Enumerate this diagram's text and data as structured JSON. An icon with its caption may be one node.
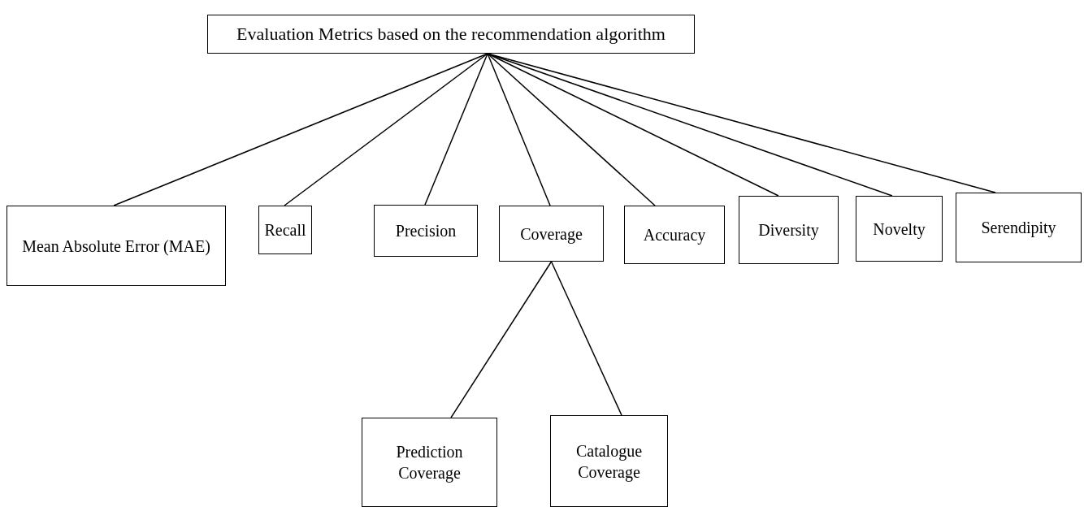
{
  "diagram": {
    "nodes": [
      {
        "text": [
          "Evaluation Metrics based on the recommendation algorithm"
        ]
      },
      {
        "text": [
          "Mean Absolute Error (MAE)"
        ]
      },
      {
        "text": [
          "Recall"
        ]
      },
      {
        "text": [
          "Precision"
        ]
      },
      {
        "text": [
          "Coverage"
        ]
      },
      {
        "text": [
          "Accuracy"
        ]
      },
      {
        "text": [
          "Diversity"
        ]
      },
      {
        "text": [
          "Novelty"
        ]
      },
      {
        "text": [
          "Serendipity"
        ]
      },
      {
        "text": [
          "Prediction Coverage"
        ]
      },
      {
        "text": [
          "Catalogue Coverage"
        ]
      }
    ],
    "edges": [
      {
        "from": 0,
        "to": 1,
        "arrow": "none"
      },
      {
        "from": 0,
        "to": 2,
        "arrow": "none"
      },
      {
        "from": 0,
        "to": 3,
        "arrow": "none"
      },
      {
        "from": 0,
        "to": 4,
        "arrow": "none"
      },
      {
        "from": 0,
        "to": 5,
        "arrow": "none"
      },
      {
        "from": 0,
        "to": 6,
        "arrow": "none"
      },
      {
        "from": 0,
        "to": 7,
        "arrow": "none"
      },
      {
        "from": 0,
        "to": 8,
        "arrow": "none"
      },
      {
        "from": 4,
        "to": 9,
        "arrow": "none"
      },
      {
        "from": 4,
        "to": 10,
        "arrow": "none"
      }
    ]
  }
}
